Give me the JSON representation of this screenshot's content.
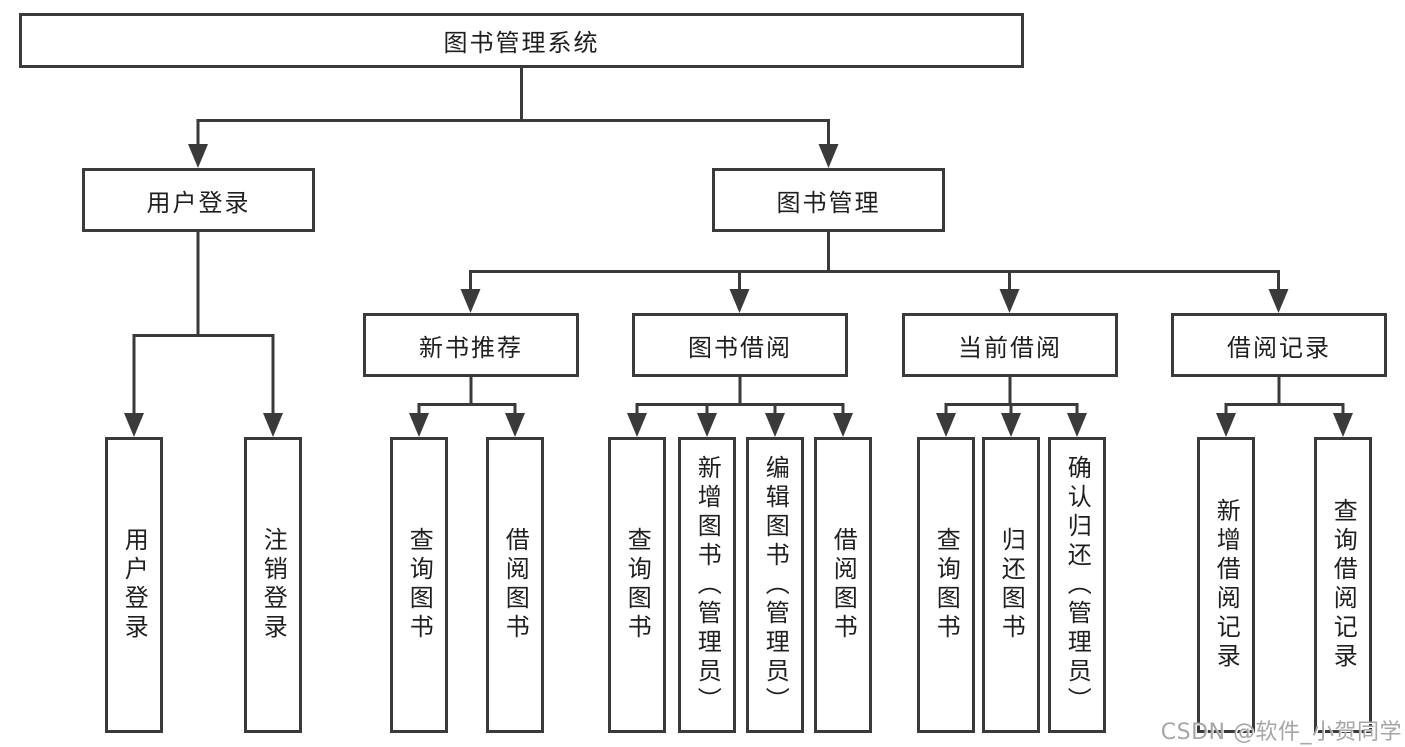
{
  "diagram": {
    "root": {
      "label": "图书管理系统"
    },
    "level2": [
      {
        "label": "用户登录"
      },
      {
        "label": "图书管理"
      }
    ],
    "level3": [
      {
        "label": "新书推荐"
      },
      {
        "label": "图书借阅"
      },
      {
        "label": "当前借阅"
      },
      {
        "label": "借阅记录"
      }
    ],
    "leaves": [
      {
        "label": "用户登录",
        "parent": "用户登录"
      },
      {
        "label": "注销登录",
        "parent": "用户登录"
      },
      {
        "label": "查询图书",
        "parent": "新书推荐"
      },
      {
        "label": "借阅图书",
        "parent": "新书推荐"
      },
      {
        "label": "查询图书",
        "parent": "图书借阅"
      },
      {
        "label": "新增图书（管理员）",
        "parent": "图书借阅"
      },
      {
        "label": "编辑图书（管理员）",
        "parent": "图书借阅"
      },
      {
        "label": "借阅图书",
        "parent": "图书借阅"
      },
      {
        "label": "查询图书",
        "parent": "当前借阅"
      },
      {
        "label": "归还图书",
        "parent": "当前借阅"
      },
      {
        "label": "确认归还（管理员）",
        "parent": "当前借阅"
      },
      {
        "label": "新增借阅记录",
        "parent": "借阅记录"
      },
      {
        "label": "查询借阅记录",
        "parent": "借阅记录"
      }
    ]
  },
  "watermark": {
    "text": "CSDN @软件_小贺同学"
  },
  "colors": {
    "line": "#3a3a3a",
    "box_border": "#3a3a3a",
    "box_fill": "#ffffff",
    "text": "#1f1f1f",
    "watermark": "#a6a6a6"
  }
}
